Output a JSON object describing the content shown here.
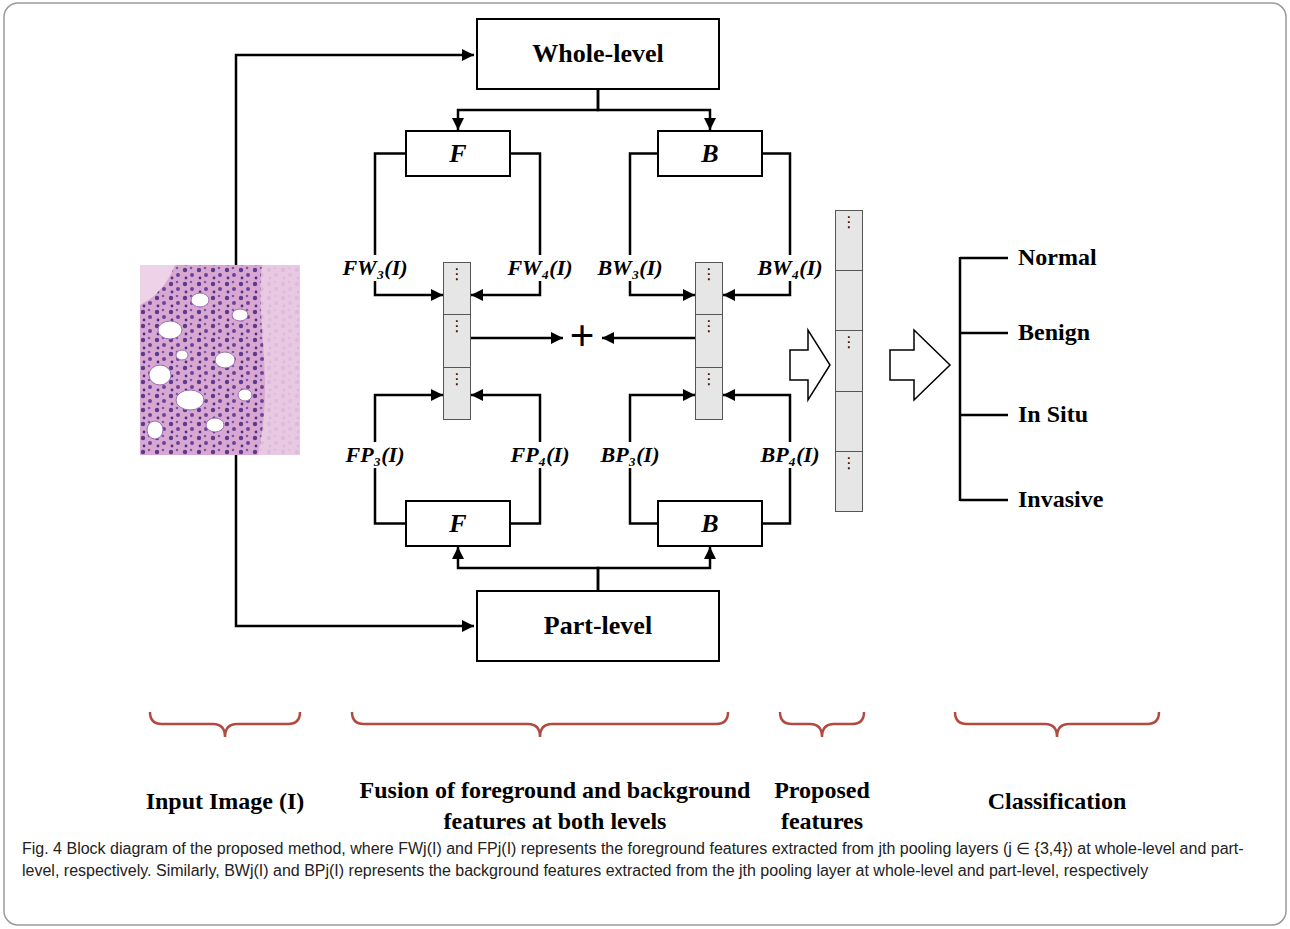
{
  "diagram": {
    "caption": "Fig. 4 Block diagram of the proposed method, where FWj(I) and FPj(I) represents the foreground features extracted from jth pooling layers (j ∈ {3,4}) at whole-level and part-level, respectively. Similarly, BWj(I) and BPj(I) represents the background features extracted from the jth pooling layer at whole-level and part-level, respectively",
    "nodes": [
      {
        "text": [
          "Whole-level"
        ]
      },
      {
        "text": [
          "F"
        ]
      },
      {
        "text": [
          "B"
        ]
      },
      {
        "text": [
          "⋮",
          "⋮",
          "⋮"
        ]
      },
      {
        "text": [
          "⋮",
          "⋮",
          "⋮"
        ]
      },
      {
        "text": [
          "⋮",
          "⋮",
          "⋮"
        ]
      },
      {
        "text": [
          "F"
        ]
      },
      {
        "text": [
          "B"
        ]
      },
      {
        "text": [
          "Part-level"
        ]
      }
    ],
    "edges": [
      {
        "from": 0,
        "to": 1,
        "arrow": "to"
      },
      {
        "from": 0,
        "to": 2,
        "arrow": "to"
      },
      {
        "from": 1,
        "to": 3,
        "label": "FW₃(I)",
        "arrow": "to"
      },
      {
        "from": 1,
        "to": 3,
        "label": "FW₄(I)",
        "arrow": "to"
      },
      {
        "from": 2,
        "to": 4,
        "label": "BW₃(I)",
        "arrow": "to"
      },
      {
        "from": 2,
        "to": 4,
        "label": "BW₄(I)",
        "arrow": "to"
      },
      {
        "from": 6,
        "to": 3,
        "label": "FP₃(I)",
        "arrow": "to"
      },
      {
        "from": 6,
        "to": 3,
        "label": "FP₄(I)",
        "arrow": "to"
      },
      {
        "from": 7,
        "to": 4,
        "label": "BP₃(I)",
        "arrow": "to"
      },
      {
        "from": 7,
        "to": 4,
        "label": "BP₄(I)",
        "arrow": "to"
      },
      {
        "from": 8,
        "to": 6,
        "arrow": "to"
      },
      {
        "from": 8,
        "to": 7,
        "arrow": "to"
      }
    ],
    "labels": [
      "+",
      "Normal",
      "Benign",
      "In Situ",
      "Invasive",
      "Input Image (I)",
      "Fusion of foreground and background features at both levels",
      "Proposed features",
      "Classification"
    ]
  }
}
